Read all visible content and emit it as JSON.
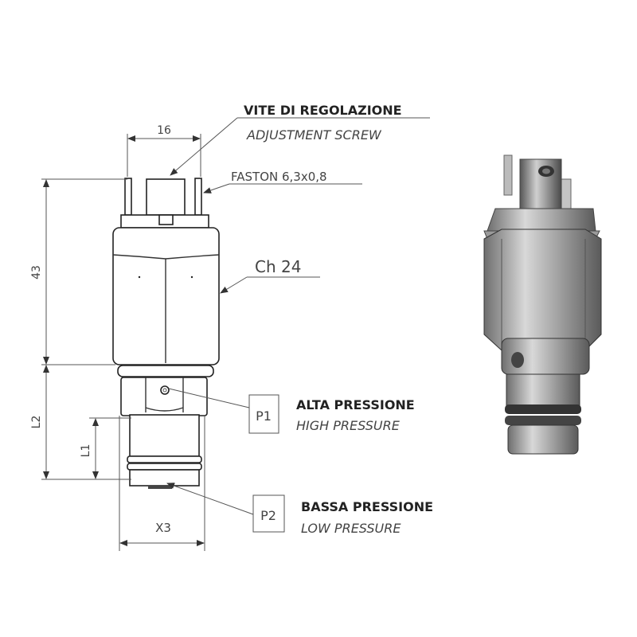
{
  "dimensions": {
    "width": "16",
    "height": "43",
    "l2": "L2",
    "l1": "L1",
    "x3": "X3"
  },
  "labels": {
    "screw_it": "VITE DI REGOLAZIONE",
    "screw_en": "ADJUSTMENT SCREW",
    "faston": "FASTON 6,3x0,8",
    "hex": "Ch 24",
    "p1_tag": "P1",
    "p1_it": "ALTA PRESSIONE",
    "p1_en": "HIGH PRESSURE",
    "p2_tag": "P2",
    "p2_it": "BASSA PRESSIONE",
    "p2_en": "LOW PRESSURE"
  }
}
